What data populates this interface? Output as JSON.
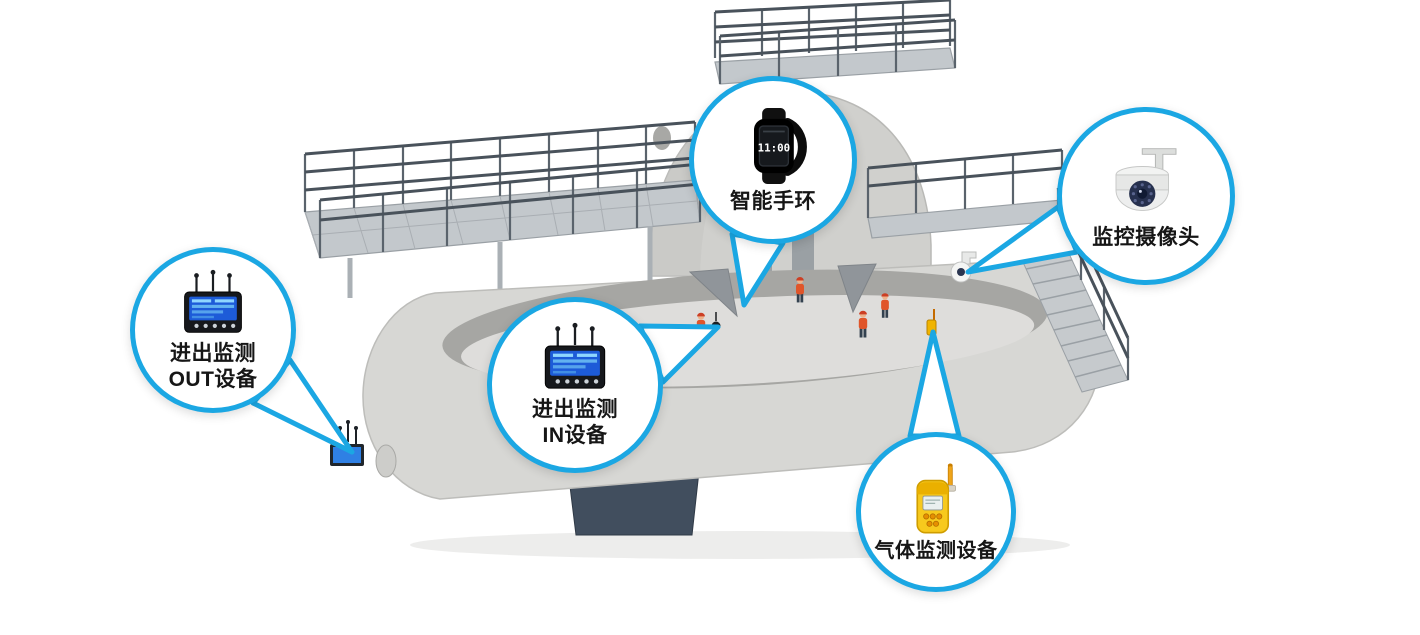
{
  "colors": {
    "accent": "#1ba7e3"
  },
  "callouts": {
    "out": {
      "device_icon": "access-monitor-icon",
      "line1": "进出监测",
      "line2": "OUT设备"
    },
    "in": {
      "device_icon": "access-monitor-icon",
      "line1": "进出监测",
      "line2": "IN设备"
    },
    "wristband": {
      "device_icon": "smart-wristband-icon",
      "label": "智能手环",
      "watch_time": "11:00"
    },
    "camera": {
      "device_icon": "dome-camera-icon",
      "label": "监控摄像头"
    },
    "gas": {
      "device_icon": "gas-detector-icon",
      "label": "气体监测设备"
    }
  }
}
